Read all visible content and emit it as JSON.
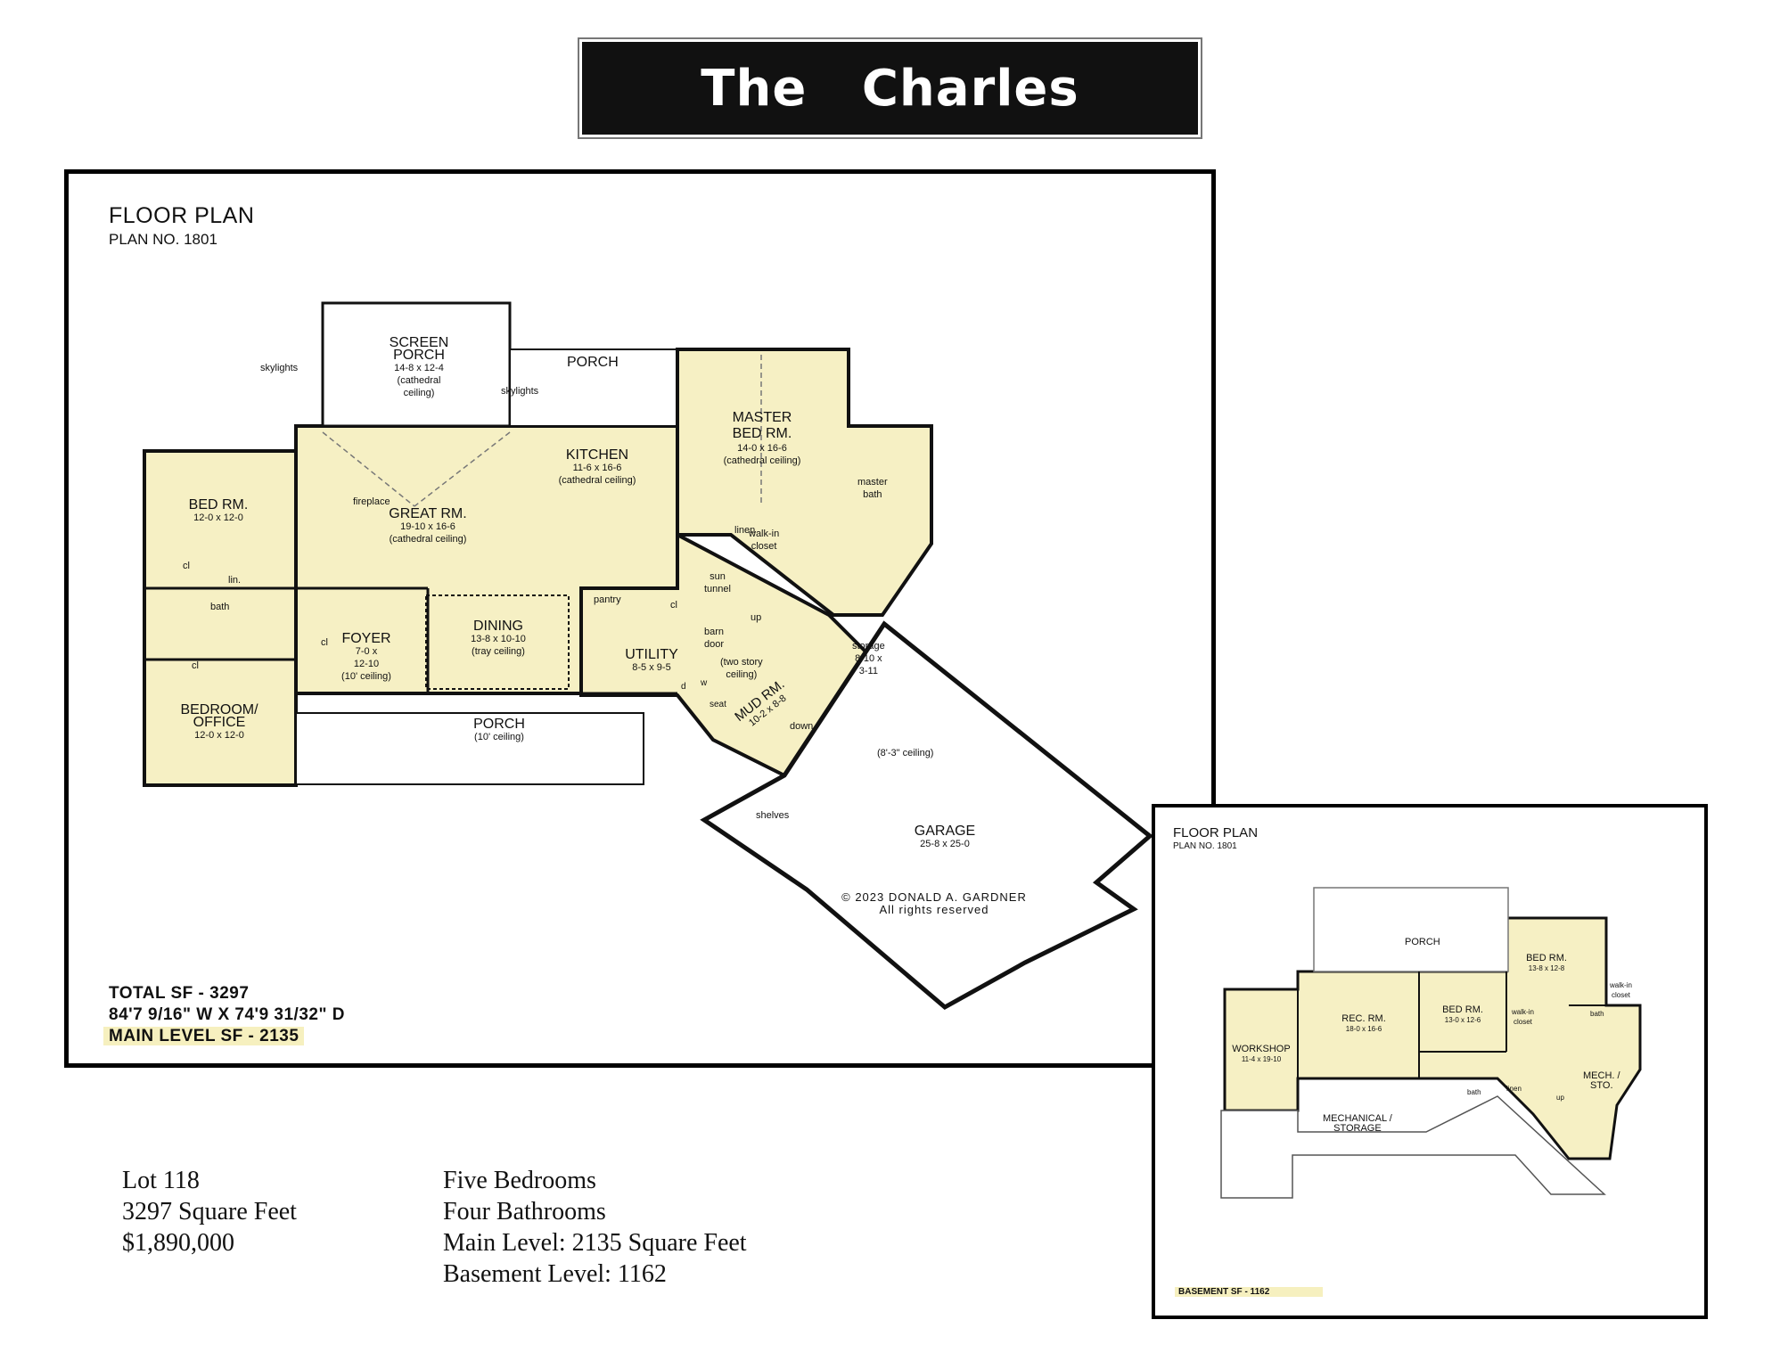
{
  "title": "The   Charles",
  "main_plan": {
    "heading": "FLOOR PLAN",
    "plan_no": "PLAN NO. 1801",
    "total_sf": "TOTAL SF - 3297",
    "dimensions": "84'7 9/16\" W X 74'9 31/32\" D",
    "main_level_sf": "MAIN LEVEL SF - 2135",
    "copyright_line1": "© 2023 DONALD A. GARDNER",
    "copyright_line2": "All rights reserved",
    "rooms": {
      "screen_porch": {
        "name_1": "SCREEN",
        "name_2": "PORCH",
        "dims": "14-8 x 12-4",
        "note_1": "(cathedral",
        "note_2": "ceiling)"
      },
      "porch_back": {
        "name": "PORCH"
      },
      "master_bed": {
        "name_1": "MASTER",
        "name_2": "BED RM.",
        "dims": "14-0 x 16-6",
        "note": "(cathedral ceiling)"
      },
      "kitchen": {
        "name": "KITCHEN",
        "dims": "11-6 x 16-6",
        "note": "(cathedral ceiling)"
      },
      "bed_rm": {
        "name": "BED RM.",
        "dims": "12-0 x 12-0"
      },
      "great_rm": {
        "name": "GREAT RM.",
        "dims": "19-10 x 16-6",
        "note": "(cathedral ceiling)"
      },
      "foyer": {
        "name": "FOYER",
        "dims_1": "7-0 x",
        "dims_2": "12-10",
        "note": "(10' ceiling)"
      },
      "dining": {
        "name": "DINING",
        "dims": "13-8 x 10-10",
        "note": "(tray ceiling)"
      },
      "utility": {
        "name": "UTILITY",
        "dims": "8-5 x 9-5"
      },
      "mud_rm": {
        "name": "MUD RM.",
        "dims": "10-2 x 8-8"
      },
      "bedroom_office": {
        "name_1": "BEDROOM/",
        "name_2": "OFFICE",
        "dims": "12-0 x 12-0"
      },
      "porch_front": {
        "name": "PORCH",
        "note": "(10' ceiling)"
      },
      "garage": {
        "name": "GARAGE",
        "dims": "25-8 x 25-0"
      },
      "storage": {
        "name": "storage",
        "dims_1": "8-10 x",
        "dims_2": "3-11"
      }
    },
    "labels": {
      "skylights_left": "skylights",
      "skylights_right": "skylights",
      "fireplace": "fireplace",
      "cl_1": "cl",
      "cl_2": "cl",
      "cl_3": "cl",
      "cl_4": "cl",
      "lin": "lin.",
      "bath": "bath",
      "master_bath_1": "master",
      "master_bath_2": "bath",
      "linen": "linen",
      "walk_in_1": "walk-in",
      "walk_in_2": "closet",
      "sun_tunnel_1": "sun",
      "sun_tunnel_2": "tunnel",
      "pantry": "pantry",
      "up": "up",
      "barn_door_1": "barn",
      "barn_door_2": "door",
      "two_story_1": "(two story",
      "two_story_2": "ceiling)",
      "d": "d",
      "w": "w",
      "seat": "seat",
      "down": "down",
      "ceiling_8_3": "(8'-3\" ceiling)",
      "shelves": "shelves"
    }
  },
  "basement_plan": {
    "heading": "FLOOR PLAN",
    "plan_no": "PLAN NO. 1801",
    "basement_sf": "BASEMENT SF - 1162",
    "rooms": {
      "porch": "PORCH",
      "bed_rm_1": {
        "name": "BED RM.",
        "dims": "13-8 x 12-8"
      },
      "walk_in_a_1": "walk-in",
      "walk_in_a_2": "closet",
      "bath_a": "bath",
      "rec_rm": {
        "name": "REC. RM.",
        "dims": "18-0 x 16-6"
      },
      "bed_rm_2": {
        "name": "BED RM.",
        "dims": "13-0 x 12-6"
      },
      "walk_in_b_1": "walk-in",
      "walk_in_b_2": "closet",
      "workshop": {
        "name": "WORKSHOP",
        "dims": "11-4 x 19-10"
      },
      "mech_sto_1": "MECH. /",
      "mech_sto_2": "STO.",
      "bath_b": "bath",
      "linen": "linen",
      "up": "up",
      "mechanical_1": "MECHANICAL /",
      "mechanical_2": "STORAGE"
    }
  },
  "listing": {
    "lot": "Lot 118",
    "square_feet": "3297 Square Feet",
    "price": "$1,890,000",
    "bedrooms": "Five Bedrooms",
    "bathrooms": "Four Bathrooms",
    "main_level": "Main Level: 2135 Square Feet",
    "basement_level": "Basement Level: 1162"
  },
  "colors": {
    "room_fill": "#f6f0c4",
    "wall": "#111111",
    "banner": "#111111"
  }
}
